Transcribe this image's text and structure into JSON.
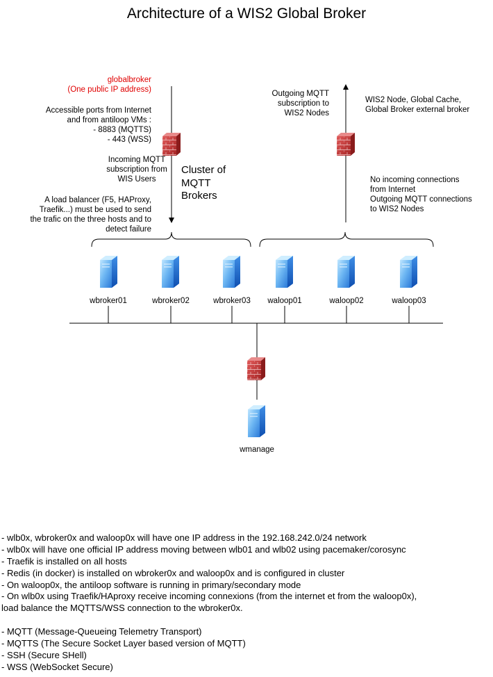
{
  "title": "Architecture of a WIS2 Global Broker",
  "globalbroker": {
    "name": "globalbroker",
    "ip_note": "(One public IP address)",
    "ports_lines": [
      "Accessible ports from Internet",
      "and from antiloop VMs :",
      "- 8883 (MQTTS)",
      "- 443 (WSS)"
    ],
    "incoming_lines": [
      "Incoming MQTT",
      "subscription from",
      "WIS Users"
    ],
    "lb_lines": [
      "A load balancer (F5, HAProxy,",
      "Traefik...) must be used to send",
      "the trafic on the three hosts and to",
      "detect failure"
    ]
  },
  "cluster_label_lines": [
    "Cluster of",
    "MQTT",
    "Brokers"
  ],
  "outgoing_lines": [
    "Outgoing MQTT",
    "subscription to",
    "WIS2 Nodes"
  ],
  "external_lines": [
    "WIS2 Node, Global Cache,",
    "Global Broker external broker"
  ],
  "no_incoming_lines": [
    "No incoming connections",
    "from Internet",
    "Outgoing MQTT connections",
    "to WIS2 Nodes"
  ],
  "hosts": [
    "wbroker01",
    "wbroker02",
    "wbroker03",
    "waloop01",
    "waloop02",
    "waloop03"
  ],
  "manage_host": "wmanage",
  "notes": [
    "- wlb0x, wbroker0x and waloop0x will have one IP address in the 192.168.242.0/24 network",
    "- wlb0x will have one official IP address moving between wlb01 and wlb02 using pacemaker/corosync",
    "- Traefik is installed on all hosts",
    "- Redis (in docker) is installed on wbroker0x and waloop0x and is configured in cluster",
    "- On waloop0x, the antiloop software is running in primary/secondary mode",
    "- On wlb0x using Traefik/HAproxy receive incoming connexions (from the internet et from the waloop0x),",
    "load balance the MQTTS/WSS connection to the wbroker0x.",
    "",
    "- MQTT (Message-Queueing Telemetry Transport)",
    "- MQTTS (The Secure Socket Layer based version of MQTT)",
    "- SSH (Secure SHell)",
    "- WSS (WebSocket Secure)"
  ],
  "colors": {
    "highlight_text": "#e00000",
    "line": "#000000",
    "server_light": "#8fd0ff",
    "server_dark": "#1f6fd6",
    "firewall_brick": "#c03232"
  },
  "icons": {
    "server": "server-icon",
    "firewall": "firewall-icon"
  }
}
